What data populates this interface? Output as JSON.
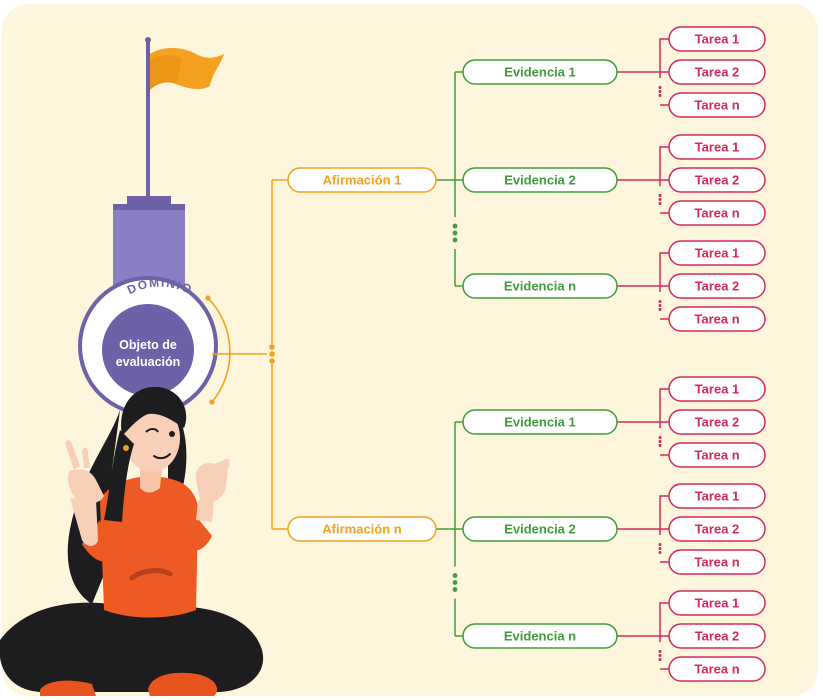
{
  "colors": {
    "background": "#fdf5dc",
    "orange": "#f3a21c",
    "green": "#3f9e3a",
    "red": "#d8285a",
    "purple": "#6e61a8",
    "purple_light": "#8a7fc4",
    "node_fill": "#ffffff"
  },
  "icons": [
    "flag-icon",
    "tower-icon",
    "person-illustration"
  ],
  "domain": {
    "ring_label": "DOMINIO",
    "center_label_line1": "Objeto de",
    "center_label_line2": "evaluación"
  },
  "tree": [
    {
      "label": "Afirmación 1",
      "evidences": [
        {
          "label": "Evidencia 1",
          "tasks": [
            "Tarea 1",
            "Tarea 2",
            "Tarea n"
          ]
        },
        {
          "label": "Evidencia 2",
          "tasks": [
            "Tarea 1",
            "Tarea 2",
            "Tarea n"
          ]
        },
        {
          "label": "Evidencia n",
          "tasks": [
            "Tarea 1",
            "Tarea 2",
            "Tarea n"
          ]
        }
      ]
    },
    {
      "label": "Afirmación n",
      "evidences": [
        {
          "label": "Evidencia 1",
          "tasks": [
            "Tarea 1",
            "Tarea 2",
            "Tarea n"
          ]
        },
        {
          "label": "Evidencia 2",
          "tasks": [
            "Tarea 1",
            "Tarea 2",
            "Tarea n"
          ]
        },
        {
          "label": "Evidencia n",
          "tasks": [
            "Tarea 1",
            "Tarea 2",
            "Tarea n"
          ]
        }
      ]
    }
  ]
}
